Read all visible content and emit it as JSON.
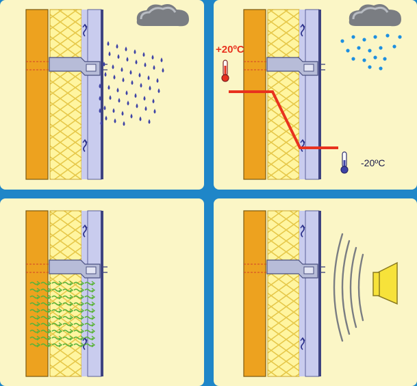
{
  "panels": [
    {
      "id": "rain",
      "icon": "rain-cloud-icon"
    },
    {
      "id": "temperature",
      "icon": "thermometer-icon",
      "warm_label": "+20ºC",
      "cold_label": "-20ºC"
    },
    {
      "id": "vapour",
      "icon": "vapour-arrows-icon"
    },
    {
      "id": "sound",
      "icon": "loudspeaker-icon"
    }
  ],
  "colors": {
    "panel": "#fbf6c6",
    "masonry": "#eda21f",
    "insulation": "#fff5a0",
    "cladding": "#c9ccee",
    "rain": "#3e43a6",
    "snow": "#1d8fe0",
    "heat_line": "#e8321e",
    "vapour": "#5bb33a"
  }
}
